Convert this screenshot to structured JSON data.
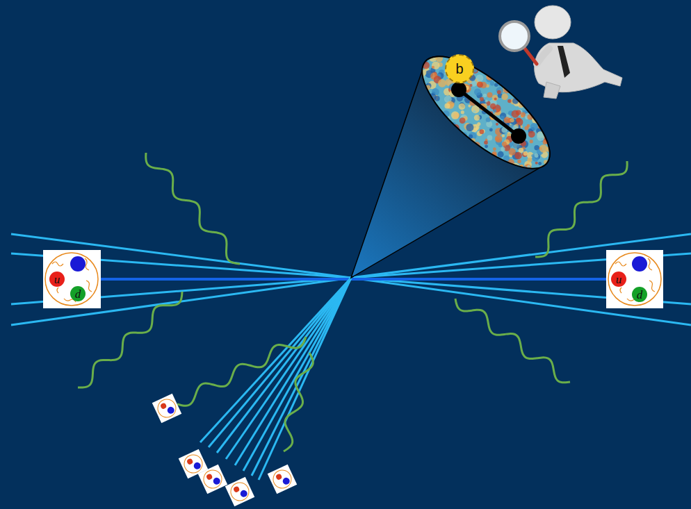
{
  "diagram": {
    "nodes": [
      {
        "text": [
          "b"
        ]
      },
      {
        "text": [
          "u"
        ]
      },
      {
        "text": [
          "d"
        ]
      },
      {
        "text": [
          "u"
        ]
      },
      {
        "text": [
          "d"
        ]
      }
    ]
  }
}
